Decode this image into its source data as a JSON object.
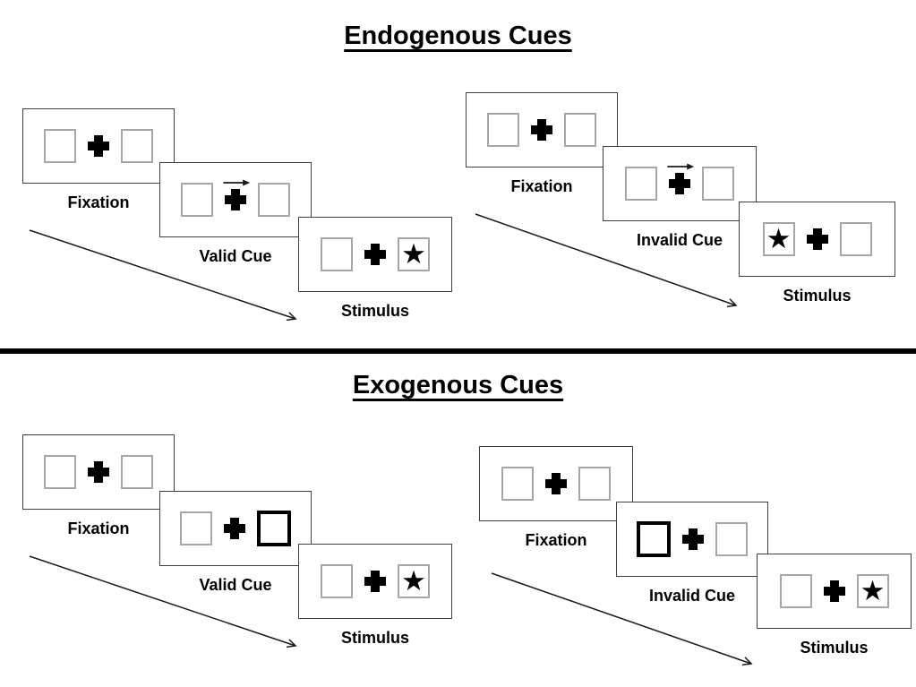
{
  "diagram": {
    "sections": [
      {
        "title": "Endogenous Cues",
        "groups": [
          {
            "name": "valid",
            "steps": [
              {
                "label": "Fixation",
                "left_box": "plain",
                "right_box": "plain",
                "cue_arrow": false
              },
              {
                "label": "Valid Cue",
                "left_box": "plain",
                "right_box": "plain",
                "cue_arrow": true
              },
              {
                "label": "Stimulus",
                "left_box": "plain",
                "right_box": "star",
                "cue_arrow": false
              }
            ]
          },
          {
            "name": "invalid",
            "steps": [
              {
                "label": "Fixation",
                "left_box": "plain",
                "right_box": "plain",
                "cue_arrow": false
              },
              {
                "label": "Invalid Cue",
                "left_box": "plain",
                "right_box": "plain",
                "cue_arrow": true
              },
              {
                "label": "Stimulus",
                "left_box": "star",
                "right_box": "plain",
                "cue_arrow": false
              }
            ]
          }
        ]
      },
      {
        "title": "Exogenous Cues",
        "groups": [
          {
            "name": "valid",
            "steps": [
              {
                "label": "Fixation",
                "left_box": "plain",
                "right_box": "plain",
                "cue_arrow": false
              },
              {
                "label": "Valid Cue",
                "left_box": "plain",
                "right_box": "bold",
                "cue_arrow": false
              },
              {
                "label": "Stimulus",
                "left_box": "plain",
                "right_box": "star",
                "cue_arrow": false
              }
            ]
          },
          {
            "name": "invalid",
            "steps": [
              {
                "label": "Fixation",
                "left_box": "plain",
                "right_box": "plain",
                "cue_arrow": false
              },
              {
                "label": "Invalid Cue",
                "left_box": "bold",
                "right_box": "plain",
                "cue_arrow": false
              },
              {
                "label": "Stimulus",
                "left_box": "plain",
                "right_box": "star",
                "cue_arrow": false
              }
            ]
          }
        ]
      }
    ],
    "icons": {
      "star_glyph": "★",
      "fixation_cross": "plus-icon",
      "cue_arrow": "right-arrow-icon",
      "sequence_arrow": "diagonal-time-arrow-icon"
    },
    "colors": {
      "ink": "#000000",
      "panel_border": "#3f3f3f",
      "box_border": "#a6a6a6",
      "background": "#ffffff"
    }
  }
}
